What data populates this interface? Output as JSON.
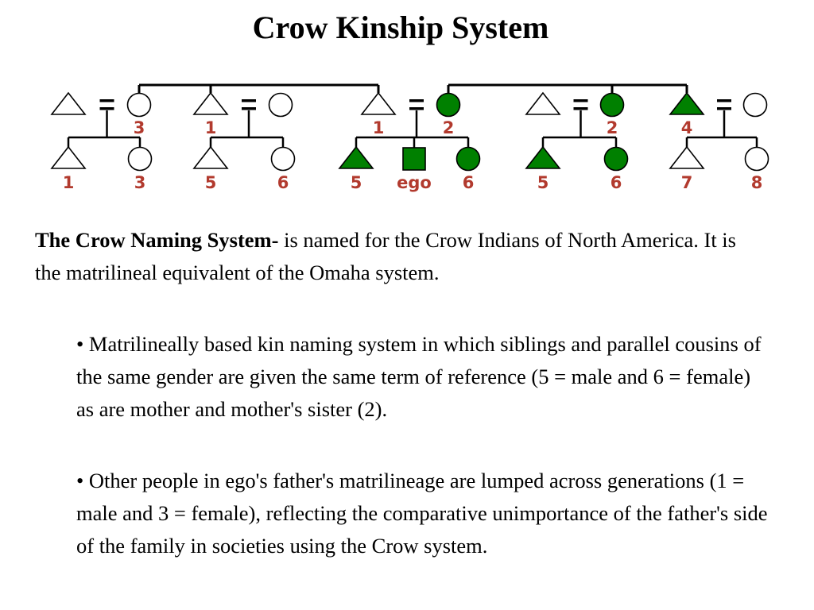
{
  "title": "Crow Kinship System",
  "diagram": {
    "colors": {
      "filled": "#008000",
      "line": "#000000",
      "label": "#b23a2e"
    },
    "gen1": [
      {
        "shape": "triangle",
        "filled": false,
        "label": ""
      },
      {
        "shape": "circle",
        "filled": false,
        "label": "3"
      },
      {
        "shape": "triangle",
        "filled": false,
        "label": "1"
      },
      {
        "shape": "circle",
        "filled": false,
        "label": ""
      },
      {
        "shape": "triangle",
        "filled": false,
        "label": "1"
      },
      {
        "shape": "circle",
        "filled": true,
        "label": "2"
      },
      {
        "shape": "triangle",
        "filled": false,
        "label": ""
      },
      {
        "shape": "circle",
        "filled": true,
        "label": "2"
      },
      {
        "shape": "triangle",
        "filled": true,
        "label": "4"
      },
      {
        "shape": "circle",
        "filled": false,
        "label": ""
      }
    ],
    "gen2": [
      {
        "shape": "triangle",
        "filled": false,
        "label": "1"
      },
      {
        "shape": "circle",
        "filled": false,
        "label": "3"
      },
      {
        "shape": "triangle",
        "filled": false,
        "label": "5"
      },
      {
        "shape": "circle",
        "filled": false,
        "label": "6"
      },
      {
        "shape": "triangle",
        "filled": true,
        "label": "5"
      },
      {
        "shape": "square",
        "filled": true,
        "label": "ego"
      },
      {
        "shape": "circle",
        "filled": true,
        "label": "6"
      },
      {
        "shape": "triangle",
        "filled": true,
        "label": "5"
      },
      {
        "shape": "circle",
        "filled": true,
        "label": "6"
      },
      {
        "shape": "triangle",
        "filled": false,
        "label": "7"
      },
      {
        "shape": "circle",
        "filled": false,
        "label": "8"
      }
    ]
  },
  "intro": {
    "heading": "The Crow Naming System-",
    "text": " is named for the Crow Indians of North America. It is the matrilineal equivalent of the Omaha system."
  },
  "bullets": [
    "• Matrilineally based kin naming system in which siblings and parallel cousins of the same gender are given the same term of reference (5 = male and 6 = female) as are mother and mother's sister (2).",
    "• Other people in ego's father's matrilineage are lumped across generations (1 = male and 3 = female), reflecting the comparative unimportance of the father's side of the family in societies using the Crow system."
  ]
}
